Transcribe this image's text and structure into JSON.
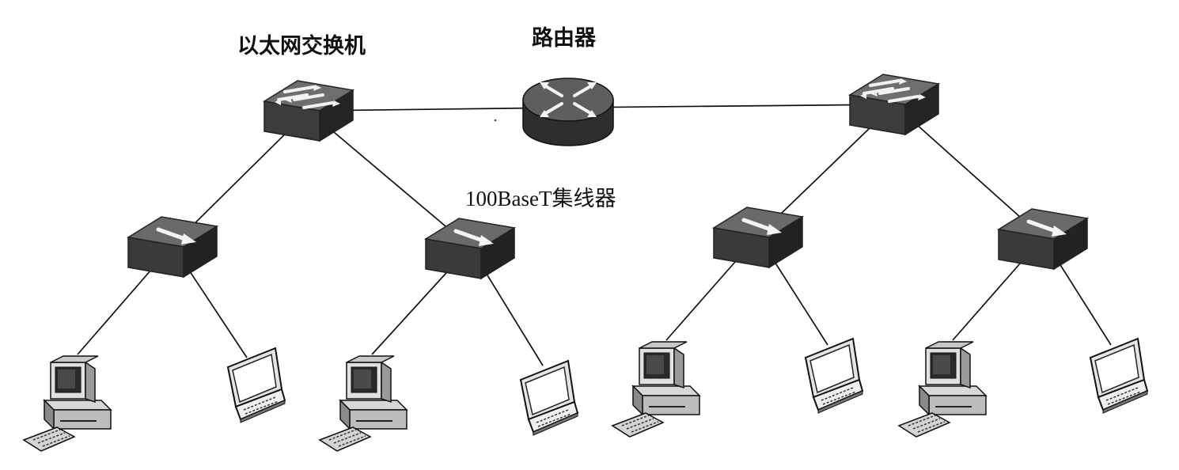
{
  "labels": {
    "ethernet_switch": "以太网交换机",
    "router": "路由器",
    "hub": "100BaseT集线器"
  },
  "nodes": [
    {
      "id": "switch-left",
      "type": "ethernet-switch",
      "icon": "switch-icon"
    },
    {
      "id": "router",
      "type": "router",
      "icon": "router-icon"
    },
    {
      "id": "switch-right",
      "type": "ethernet-switch",
      "icon": "switch-icon"
    },
    {
      "id": "hub-1",
      "type": "hub",
      "icon": "hub-icon"
    },
    {
      "id": "hub-2",
      "type": "hub",
      "icon": "hub-icon"
    },
    {
      "id": "hub-3",
      "type": "hub",
      "icon": "hub-icon"
    },
    {
      "id": "hub-4",
      "type": "hub",
      "icon": "hub-icon"
    },
    {
      "id": "desktop-1",
      "type": "desktop",
      "icon": "desktop-computer-icon"
    },
    {
      "id": "laptop-1",
      "type": "laptop",
      "icon": "laptop-icon"
    },
    {
      "id": "desktop-2",
      "type": "desktop",
      "icon": "desktop-computer-icon"
    },
    {
      "id": "laptop-2",
      "type": "laptop",
      "icon": "laptop-icon"
    },
    {
      "id": "desktop-3",
      "type": "desktop",
      "icon": "desktop-computer-icon"
    },
    {
      "id": "laptop-3",
      "type": "laptop",
      "icon": "laptop-icon"
    },
    {
      "id": "desktop-4",
      "type": "desktop",
      "icon": "desktop-computer-icon"
    },
    {
      "id": "laptop-4",
      "type": "laptop",
      "icon": "laptop-icon"
    }
  ],
  "links": [
    [
      "switch-left",
      "router"
    ],
    [
      "router",
      "switch-right"
    ],
    [
      "switch-left",
      "hub-1"
    ],
    [
      "switch-left",
      "hub-2"
    ],
    [
      "switch-right",
      "hub-3"
    ],
    [
      "switch-right",
      "hub-4"
    ],
    [
      "hub-1",
      "desktop-1"
    ],
    [
      "hub-1",
      "laptop-1"
    ],
    [
      "hub-2",
      "desktop-2"
    ],
    [
      "hub-2",
      "laptop-2"
    ],
    [
      "hub-3",
      "desktop-3"
    ],
    [
      "hub-3",
      "laptop-3"
    ],
    [
      "hub-4",
      "desktop-4"
    ],
    [
      "hub-4",
      "laptop-4"
    ]
  ]
}
